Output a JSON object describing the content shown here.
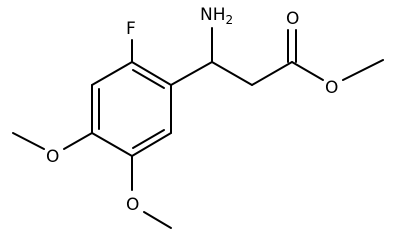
{
  "molecule": {
    "atoms": {
      "fluorine": "F",
      "amine_main": "NH",
      "amine_sub": "2",
      "carbonyl_oxygen": "O",
      "ester_oxygen": "O",
      "methoxy_oxygen_left": "O",
      "methoxy_oxygen_bottom": "O"
    }
  },
  "colors": {
    "bond": "#000000",
    "label": "#000000",
    "background": "#ffffff"
  }
}
